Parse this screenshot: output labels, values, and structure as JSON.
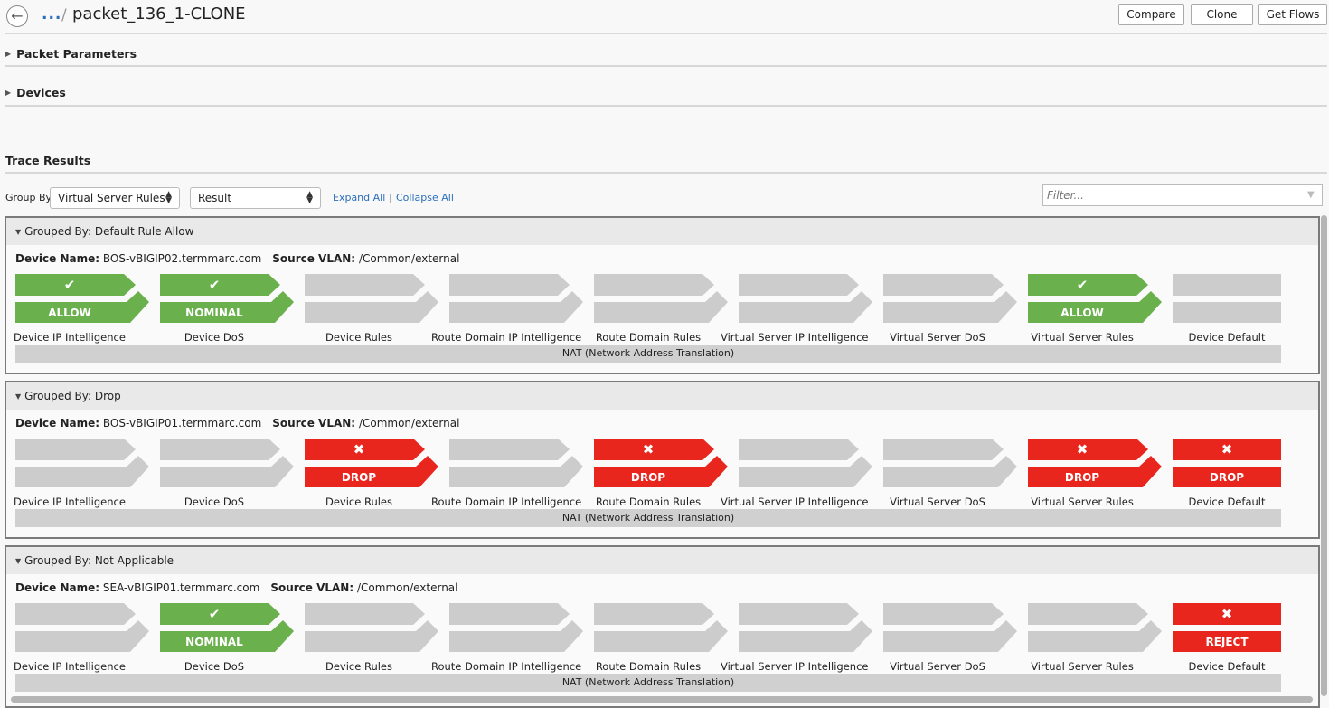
{
  "header": {
    "breadcrumb_dots": "...",
    "breadcrumb_sep": "/",
    "title": "packet_136_1-CLONE",
    "buttons": {
      "compare": "Compare",
      "clone": "Clone",
      "get_flows": "Get Flows"
    }
  },
  "sections": {
    "packet_parameters": "Packet Parameters",
    "devices": "Devices"
  },
  "trace": {
    "title": "Trace Results",
    "group_by_label": "Group By",
    "group_by_value": "Virtual Server Rules",
    "result_value": "Result",
    "expand_all": "Expand All",
    "collapse_all": "Collapse All",
    "filter_placeholder": "Filter..."
  },
  "labels": {
    "device_name": "Device Name:",
    "source_vlan": "Source VLAN:",
    "nat": "NAT (Network Address Translation)"
  },
  "colors": {
    "allow": "#6ab04c",
    "deny": "#e8261e",
    "neutral": "#cccccc"
  },
  "groups": [
    {
      "heading": "Grouped By: Default Rule Allow",
      "device_name": "BOS-vBIGIP02.termmarc.com",
      "source_vlan": "/Common/external",
      "stages": [
        {
          "label": "Device IP Intelligence",
          "status": "allow",
          "result": "ALLOW",
          "icon": "check-icon"
        },
        {
          "label": "Device DoS",
          "status": "allow",
          "result": "NOMINAL",
          "icon": "check-icon"
        },
        {
          "label": "Device Rules",
          "status": "none",
          "result": "",
          "icon": ""
        },
        {
          "label": "Route Domain IP Intelligence",
          "status": "none",
          "result": "",
          "icon": ""
        },
        {
          "label": "Route Domain Rules",
          "status": "none",
          "result": "",
          "icon": ""
        },
        {
          "label": "Virtual Server IP Intelligence",
          "status": "none",
          "result": "",
          "icon": ""
        },
        {
          "label": "Virtual Server DoS",
          "status": "none",
          "result": "",
          "icon": ""
        },
        {
          "label": "Virtual Server Rules",
          "status": "allow",
          "result": "ALLOW",
          "icon": "check-icon"
        },
        {
          "label": "Device Default",
          "status": "none",
          "result": "",
          "icon": ""
        }
      ]
    },
    {
      "heading": "Grouped By: Drop",
      "device_name": "BOS-vBIGIP01.termmarc.com",
      "source_vlan": "/Common/external",
      "stages": [
        {
          "label": "Device IP Intelligence",
          "status": "none",
          "result": "",
          "icon": ""
        },
        {
          "label": "Device DoS",
          "status": "none",
          "result": "",
          "icon": ""
        },
        {
          "label": "Device Rules",
          "status": "deny",
          "result": "DROP",
          "icon": "x-icon"
        },
        {
          "label": "Route Domain IP Intelligence",
          "status": "none",
          "result": "",
          "icon": ""
        },
        {
          "label": "Route Domain Rules",
          "status": "deny",
          "result": "DROP",
          "icon": "x-icon"
        },
        {
          "label": "Virtual Server IP Intelligence",
          "status": "none",
          "result": "",
          "icon": ""
        },
        {
          "label": "Virtual Server DoS",
          "status": "none",
          "result": "",
          "icon": ""
        },
        {
          "label": "Virtual Server Rules",
          "status": "deny",
          "result": "DROP",
          "icon": "x-icon"
        },
        {
          "label": "Device Default",
          "status": "deny",
          "result": "DROP",
          "icon": "x-icon"
        }
      ]
    },
    {
      "heading": "Grouped By: Not Applicable",
      "device_name": "SEA-vBIGIP01.termmarc.com",
      "source_vlan": "/Common/external",
      "stages": [
        {
          "label": "Device IP Intelligence",
          "status": "none",
          "result": "",
          "icon": ""
        },
        {
          "label": "Device DoS",
          "status": "allow",
          "result": "NOMINAL",
          "icon": "check-icon"
        },
        {
          "label": "Device Rules",
          "status": "none",
          "result": "",
          "icon": ""
        },
        {
          "label": "Route Domain IP Intelligence",
          "status": "none",
          "result": "",
          "icon": ""
        },
        {
          "label": "Route Domain Rules",
          "status": "none",
          "result": "",
          "icon": ""
        },
        {
          "label": "Virtual Server IP Intelligence",
          "status": "none",
          "result": "",
          "icon": ""
        },
        {
          "label": "Virtual Server DoS",
          "status": "none",
          "result": "",
          "icon": ""
        },
        {
          "label": "Virtual Server Rules",
          "status": "none",
          "result": "",
          "icon": ""
        },
        {
          "label": "Device Default",
          "status": "deny",
          "result": "REJECT",
          "icon": "x-icon"
        }
      ]
    }
  ]
}
